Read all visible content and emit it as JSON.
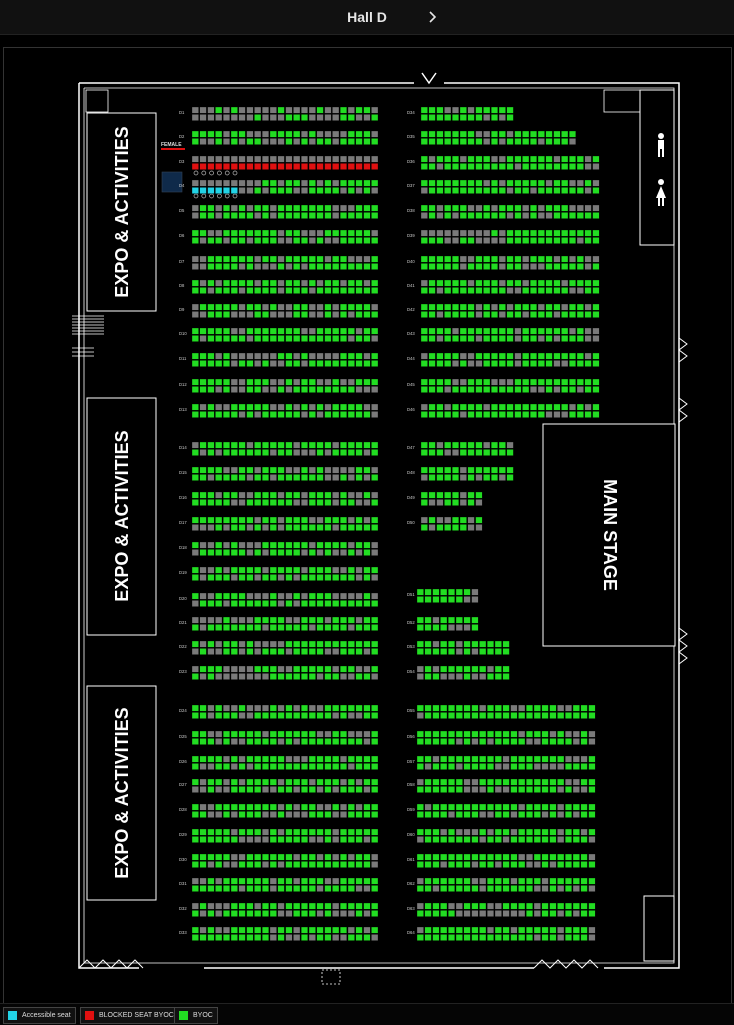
{
  "header": {
    "title": "Hall D",
    "next_icon": "chevron-right-icon"
  },
  "venue": {
    "expo_labels": [
      "EXPO & ACTIVITIES",
      "EXPO & ACTIVITIES",
      "EXPO & ACTIVITIES"
    ],
    "main_stage_label": "MAIN STAGE",
    "sponsor_label": "FEMALE"
  },
  "colors": {
    "available": "#22dd22",
    "taken": "#7a7a7a",
    "blocked": "#e01010",
    "accessible": "#22d3e6",
    "background": "#000000",
    "wall": "#ffffff"
  },
  "legend": [
    {
      "label": "Accessible seat",
      "color": "#22d3e6"
    },
    {
      "label": "BLOCKED SEAT BYOC",
      "color": "#e01010"
    },
    {
      "label": "BYOC",
      "color": "#22dd22"
    }
  ],
  "rows": {
    "left": [
      "D1",
      "D2",
      "D3",
      "D4",
      "D5",
      "D6",
      "D7",
      "D8",
      "D9",
      "D10",
      "D11",
      "D12",
      "D13",
      "D14",
      "D15",
      "D16",
      "D17",
      "D18",
      "D19",
      "D20",
      "D21",
      "D22",
      "D23",
      "D24",
      "D25",
      "D26",
      "D27",
      "D28",
      "D29",
      "D30",
      "D31",
      "D32",
      "D33"
    ],
    "right": [
      "D34",
      "D35",
      "D36",
      "D37",
      "D38",
      "D39",
      "D40",
      "D41",
      "D42",
      "D43",
      "D44",
      "D45",
      "D46",
      "D47",
      "D48",
      "D49",
      "D50",
      "D51",
      "D52",
      "D53",
      "D54",
      "D55",
      "D56",
      "D57",
      "D58",
      "D59",
      "D60",
      "D61",
      "D62",
      "D63",
      "D64"
    ]
  }
}
